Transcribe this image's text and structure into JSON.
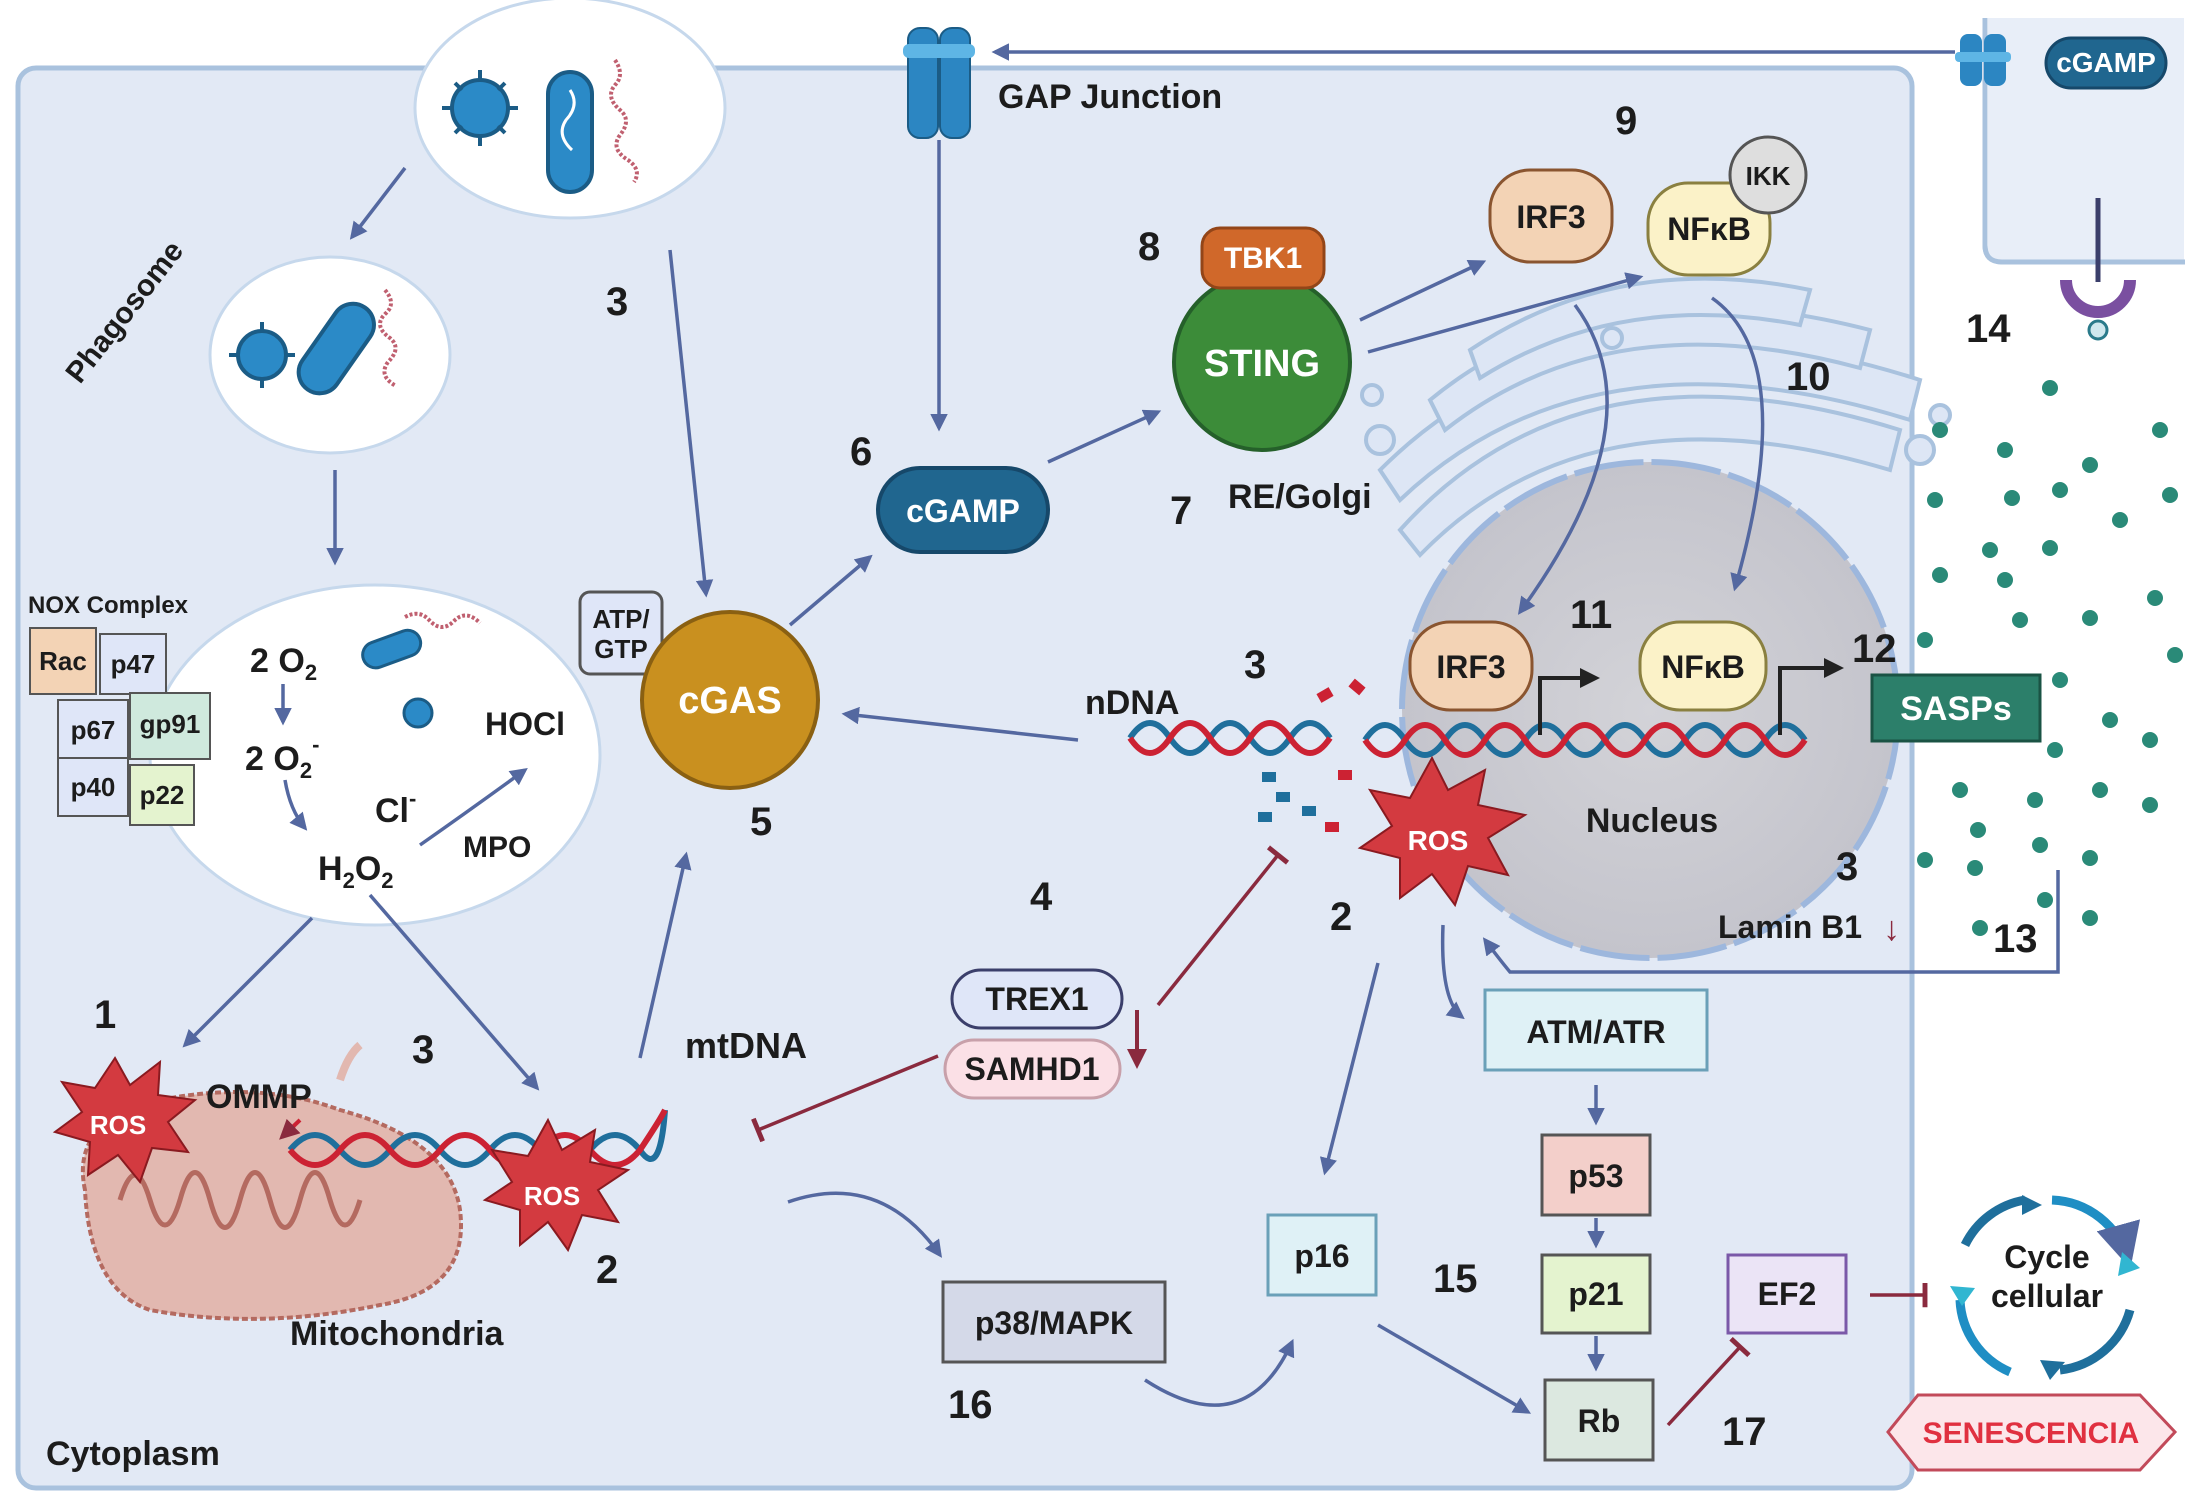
{
  "labels": {
    "cytoplasm": "Cytoplasm",
    "phagosome": "Phagosome",
    "nox_complex": "NOX Complex",
    "gap_junction": "GAP Junction",
    "re_golgi": "RE/Golgi",
    "nucleus": "Nucleus",
    "mitochondria": "Mitochondria",
    "ommp": "OMMP",
    "mtdna": "mtDNA",
    "ndna": "nDNA",
    "lamin_b1": "Lamin B1",
    "senescencia": "SENESCENCIA",
    "cycle_line1": "Cycle",
    "cycle_line2": "cellular"
  },
  "nox_subunits": [
    "Rac",
    "p47",
    "p67",
    "gp91",
    "p40",
    "p22"
  ],
  "reactions": {
    "o2": "2 O",
    "o2_sub": "2",
    "superoxide": "2 O",
    "superoxide_sub": "2",
    "superoxide_sup": "-",
    "h2o2_a": "H",
    "h2o2_sub1": "2",
    "h2o2_b": "O",
    "h2o2_sub2": "2",
    "cl": "Cl",
    "cl_sup": "-",
    "hocl": "HOCl",
    "mpo": "MPO"
  },
  "nodes": {
    "cgas": "cGAS",
    "atp_gtp_line1": "ATP/",
    "atp_gtp_line2": "GTP",
    "cgamp": "cGAMP",
    "cgamp_ext": "cGAMP",
    "sting": "STING",
    "tbk1": "TBK1",
    "irf3": "IRF3",
    "nfkb": "NFκB",
    "ikk": "IKK",
    "irf3_nuc": "IRF3",
    "nfkb_nuc": "NFκB",
    "sasps": "SASPs",
    "trex1": "TREX1",
    "samhd1": "SAMHD1",
    "atm_atr": "ATM/ATR",
    "p53": "p53",
    "p21": "p21",
    "rb": "Rb",
    "p16": "p16",
    "ef2": "EF2",
    "p38": "p38/MAPK",
    "ros": "ROS",
    "arrow_down": "↓"
  },
  "step_numbers": {
    "n1": "1",
    "n2_mito": "2",
    "n2_nuc": "2",
    "n3_top": "3",
    "n3_mito": "3",
    "n3_ndna": "3",
    "n3_lamin": "3",
    "n4": "4",
    "n5": "5",
    "n6": "6",
    "n7": "7",
    "n8": "8",
    "n9": "9",
    "n10": "10",
    "n11": "11",
    "n12": "12",
    "n13": "13",
    "n14": "14",
    "n15": "15",
    "n16": "16",
    "n17": "17"
  },
  "colors": {
    "cell_fill": "#e2e9f5",
    "cell_stroke": "#a9c2de",
    "flow_arrow": "#5468a0",
    "inhibit": "#8a2a3e",
    "cgas_fill": "#c9901f",
    "cgamp_fill": "#20668f",
    "sting_fill": "#3c8c39",
    "tbk1_fill": "#d0682a",
    "irf3_fill": "#f3d3b5",
    "nfkb_fill": "#fbf2c8",
    "sasps_fill": "#2c7f6a",
    "ros_fill": "#d33a40",
    "senescence": "#e03040",
    "dna_red": "#cc2233",
    "dna_blue": "#1f6f9c"
  }
}
